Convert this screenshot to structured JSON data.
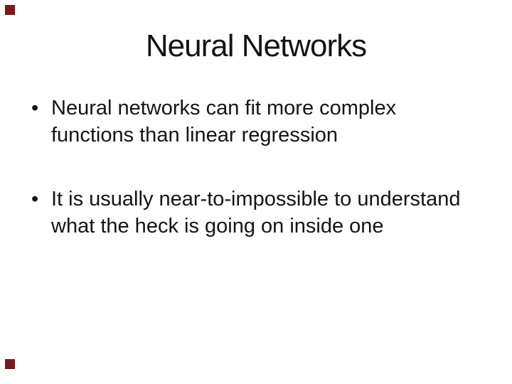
{
  "slide": {
    "title": "Neural Networks",
    "bullets": [
      {
        "marker": "•",
        "lines": [
          "Neural networks can fit more complex",
          "functions than linear regression"
        ]
      },
      {
        "marker": "•",
        "lines": [
          "It is usually near-to-impossible to understand",
          "what the heck is going on inside one"
        ]
      }
    ],
    "colors": {
      "background": "#ffffff",
      "text": "#141414",
      "corner_accent": "#7a1a1a"
    }
  }
}
